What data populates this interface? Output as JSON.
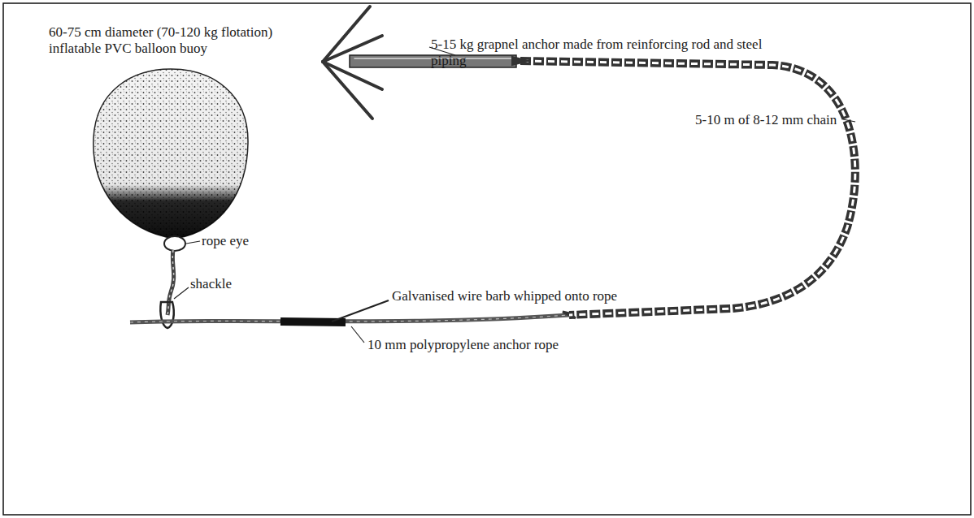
{
  "diagram": {
    "labels": [
      "60-75 cm diameter (70-120 kg flotation) inflatable PVC balloon buoy",
      "5-15 kg grapnel anchor made from reinforcing rod and steel piping",
      "5-10 m of 8-12 mm chain",
      "rope eye",
      "shackle",
      "Galvanised wire barb whipped onto rope",
      "10 mm polypropylene anchor rope"
    ]
  }
}
